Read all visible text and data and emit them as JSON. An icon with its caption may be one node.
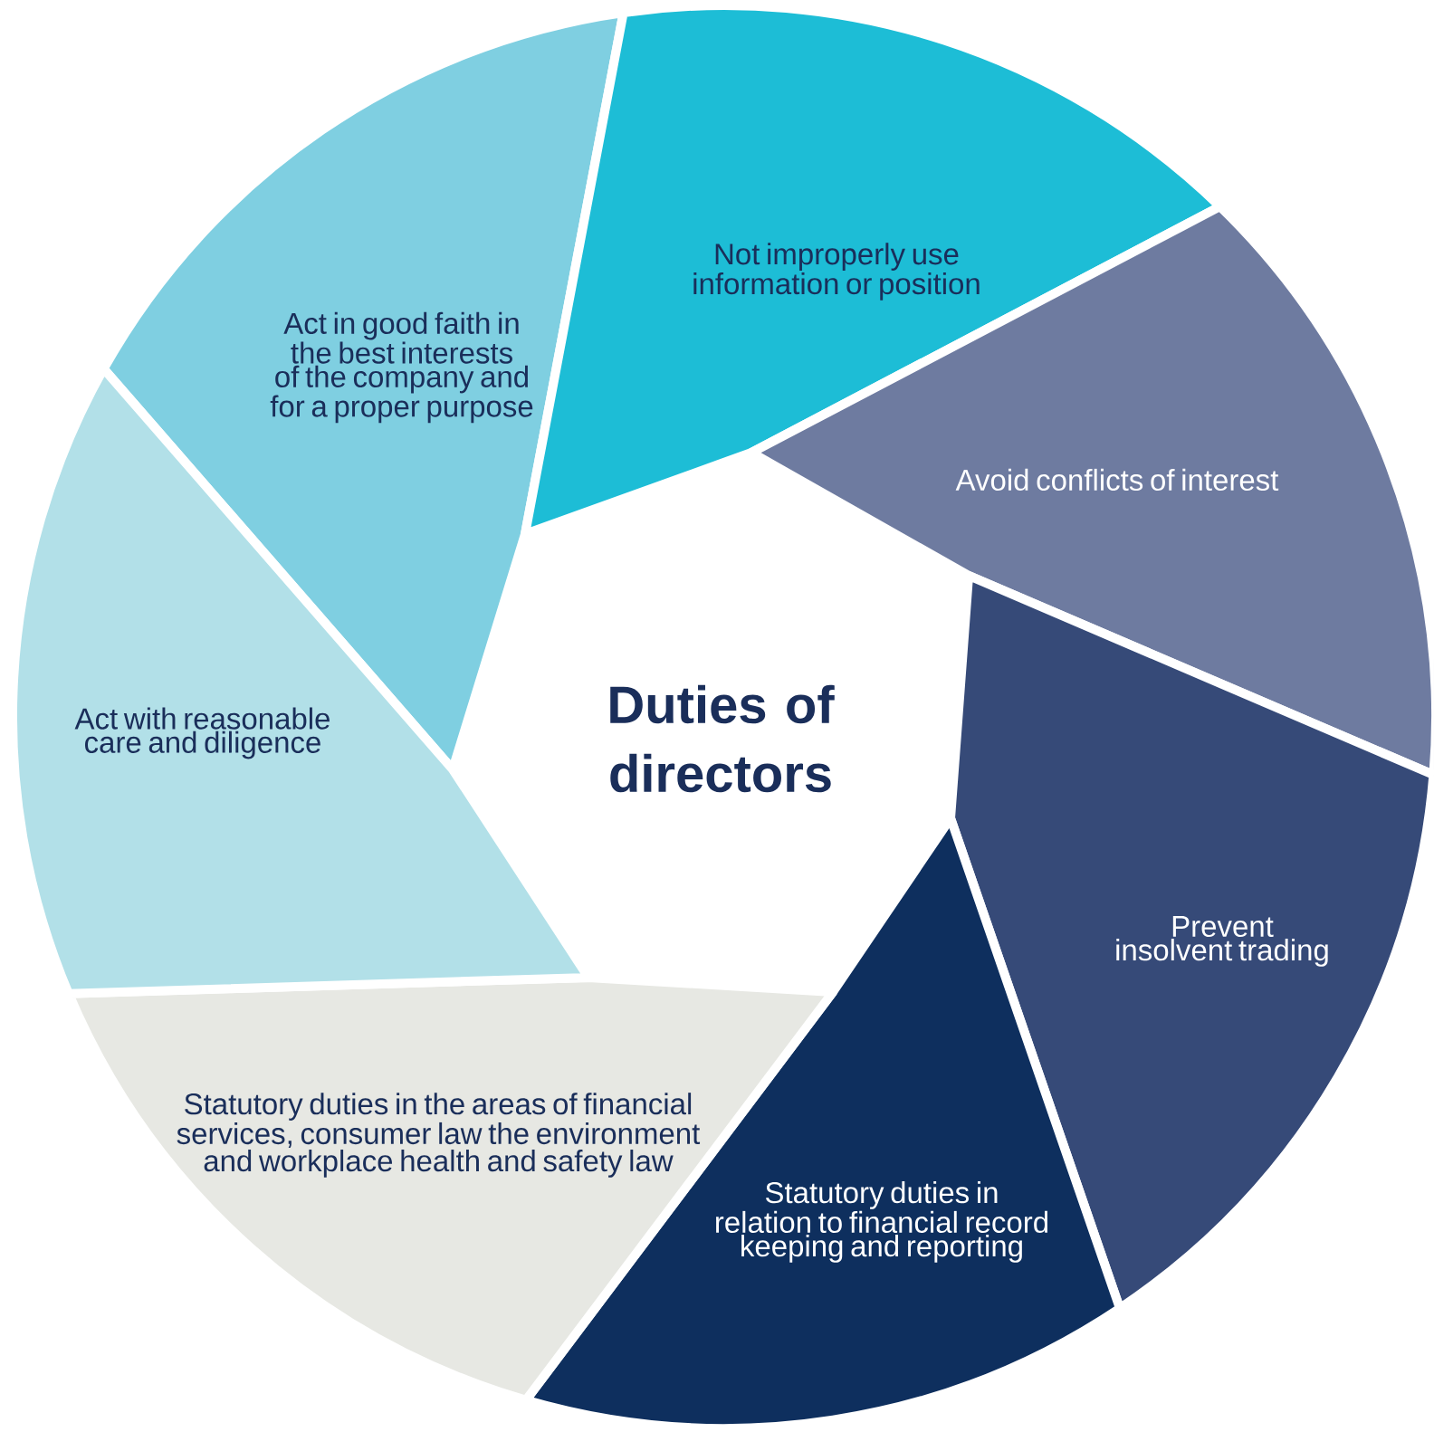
{
  "diagram": {
    "title": "Duties of directors",
    "nodes": [
      {
        "text": [
          "Act in good faith in the best interests of the company and for a proper purpose"
        ]
      },
      {
        "text": [
          "Not improperly use information or position"
        ]
      },
      {
        "text": [
          "Avoid conflicts of interest"
        ]
      },
      {
        "text": [
          "Prevent insolvent trading"
        ]
      },
      {
        "text": [
          "Statutory duties in relation to financial record keeping and reporting"
        ]
      },
      {
        "text": [
          "Statutory duties in the areas of financial services, consumer law the environment and workplace health and safety law"
        ]
      },
      {
        "text": [
          "Act with reasonable care and diligence"
        ]
      }
    ]
  }
}
